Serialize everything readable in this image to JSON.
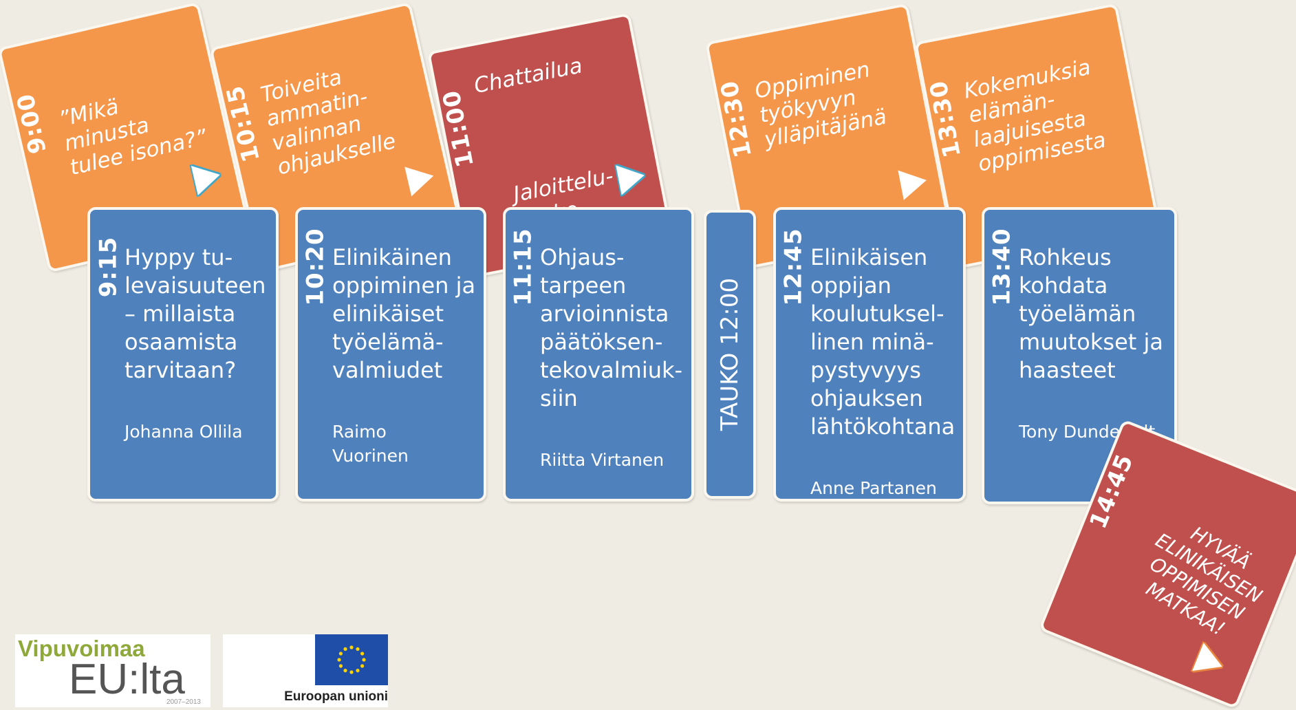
{
  "sessions_top": [
    {
      "time": "9:00",
      "title": "”Mikä\nminusta\ntulee isona?”",
      "sub": ""
    },
    {
      "time": "10:15",
      "title": "Toiveita\nammatin-\nvalinnan\nohjaukselle",
      "sub": ""
    },
    {
      "time": "11:00",
      "title": "Chattailua",
      "sub": "Jaloittelu-\ntauko"
    },
    {
      "time": "12:30",
      "title": "Oppiminen\ntyökyvyn\nylläpitäjänä",
      "sub": ""
    },
    {
      "time": "13:30",
      "title": "Kokemuksia\nelämän-\nlaajuisesta\noppimisesta",
      "sub": ""
    }
  ],
  "sessions_bottom": [
    {
      "time": "9:15",
      "title": "Hyppy tu-\nlevaisuuteen\n– millaista\nosaamista\ntarvitaan?",
      "speaker": "Johanna Ollila"
    },
    {
      "time": "10:20",
      "title": "Elinikäinen\noppiminen ja\nelinikäiset\ntyöelämä-\nvalmiudet",
      "speaker": "Raimo\nVuorinen"
    },
    {
      "time": "11:15",
      "title": "Ohjaus-\ntarpeen\narvioinnista\npäätöksen-\ntekovalmiuk-\nsiin",
      "speaker": "Riitta Virtanen"
    },
    {
      "time": "12:45",
      "title": "Elinikäisen\noppijan\nkoulutuksel-\nlinen minä-\npystyvyys\nohjauksen\nlähtökohtana",
      "speaker": "Anne Partanen"
    },
    {
      "time": "13:40",
      "title": "Rohkeus\nkohdata\ntyöelämän\nmuutokset ja\nhaasteet",
      "speaker": "Tony Dunderfelt"
    }
  ],
  "break": {
    "label": "TAUKO 12:00"
  },
  "final": {
    "time": "14:45",
    "title": "HYVÄÄ\nELINIKÄISEN\nOPPIMISEN\nMATKAA!"
  },
  "logos": {
    "vipuvoimaa": "Vipuvoimaa",
    "eulta": "EU:lta",
    "years": "2007–2013",
    "eu_text": "Euroopan unioni"
  },
  "colors": {
    "orange": "#f5974b",
    "red": "#c0504d",
    "blue": "#4f81bd",
    "background": "#efece3"
  }
}
